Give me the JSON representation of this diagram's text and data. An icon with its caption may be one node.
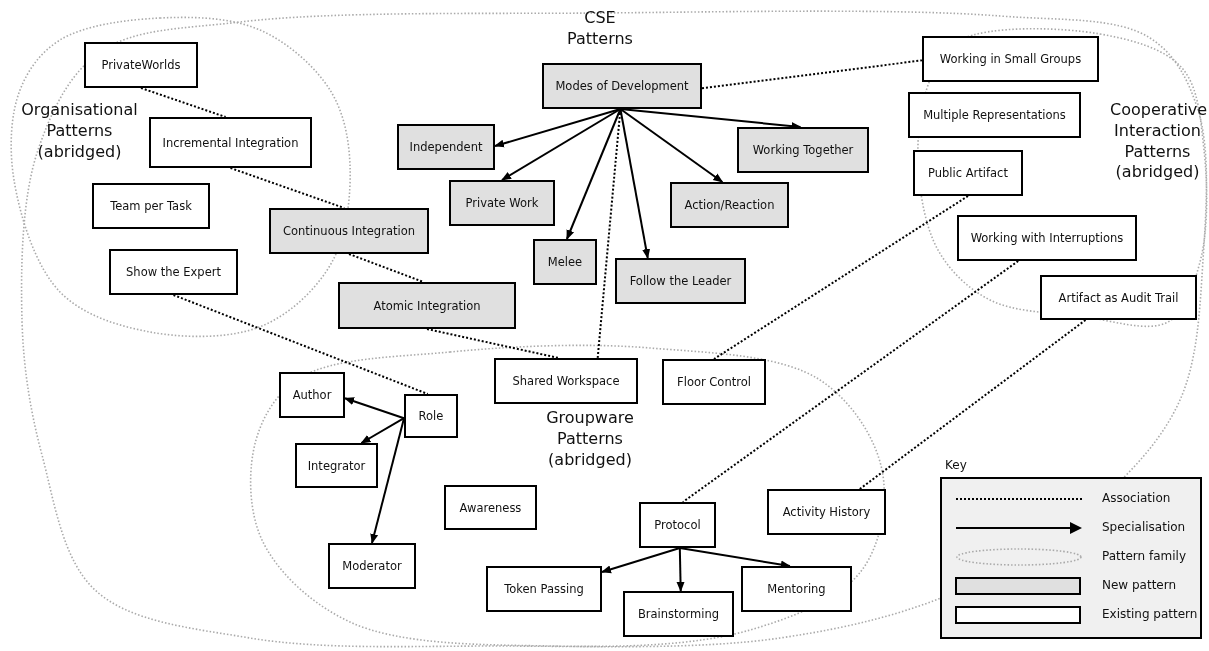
{
  "diagram": {
    "nodes": [
      {
        "text": [
          "CSE Patterns"
        ]
      },
      {
        "text": [
          "Organisational Patterns (abridged)"
        ],
        "in": 0
      },
      {
        "text": [
          "Cooperative Interaction Patterns (abridged)"
        ],
        "in": 0
      },
      {
        "text": [
          "Groupware Patterns (abridged)"
        ],
        "in": 0
      },
      {
        "text": [
          "PrivateWorlds"
        ],
        "in": 1
      },
      {
        "text": [
          "Incremental Integration"
        ],
        "in": 1
      },
      {
        "text": [
          "Team per Task"
        ],
        "in": 1
      },
      {
        "text": [
          "Show the Expert"
        ],
        "in": 1
      },
      {
        "text": [
          "Continuous Integration"
        ],
        "in": 0
      },
      {
        "text": [
          "Atomic Integration"
        ],
        "in": 0
      },
      {
        "text": [
          "Modes of Development"
        ],
        "in": 0
      },
      {
        "text": [
          "Independent"
        ],
        "in": 0
      },
      {
        "text": [
          "Private Work"
        ],
        "in": 0
      },
      {
        "text": [
          "Melee"
        ],
        "in": 0
      },
      {
        "text": [
          "Follow the Leader"
        ],
        "in": 0
      },
      {
        "text": [
          "Action/Reaction"
        ],
        "in": 0
      },
      {
        "text": [
          "Working Together"
        ],
        "in": 0
      },
      {
        "text": [
          "Working in Small Groups"
        ],
        "in": 2
      },
      {
        "text": [
          "Multiple Representations"
        ],
        "in": 2
      },
      {
        "text": [
          "Public Artifact"
        ],
        "in": 2
      },
      {
        "text": [
          "Working with Interruptions"
        ],
        "in": 2
      },
      {
        "text": [
          "Artifact as Audit Trail"
        ],
        "in": 2
      },
      {
        "text": [
          "Shared Workspace"
        ],
        "in": 3
      },
      {
        "text": [
          "Floor Control"
        ],
        "in": 3
      },
      {
        "text": [
          "Author"
        ],
        "in": 3
      },
      {
        "text": [
          "Role"
        ],
        "in": 3
      },
      {
        "text": [
          "Integrator"
        ],
        "in": 3
      },
      {
        "text": [
          "Awareness"
        ],
        "in": 3
      },
      {
        "text": [
          "Moderator"
        ],
        "in": 3
      },
      {
        "text": [
          "Protocol"
        ],
        "in": 3
      },
      {
        "text": [
          "Activity History"
        ],
        "in": 3
      },
      {
        "text": [
          "Token Passing"
        ],
        "in": 3
      },
      {
        "text": [
          "Brainstorming"
        ],
        "in": 3
      },
      {
        "text": [
          "Mentoring"
        ],
        "in": 3
      }
    ],
    "edges": [
      {
        "from": 4,
        "to": 5,
        "arrow": "none",
        "style": "dashed"
      },
      {
        "from": 5,
        "to": 8,
        "arrow": "none",
        "style": "dashed"
      },
      {
        "from": 8,
        "to": 9,
        "arrow": "none",
        "style": "dashed"
      },
      {
        "from": 9,
        "to": 22,
        "arrow": "none",
        "style": "dashed"
      },
      {
        "from": 7,
        "to": 25,
        "arrow": "none",
        "style": "dashed"
      },
      {
        "from": 10,
        "to": 17,
        "arrow": "none",
        "style": "dashed"
      },
      {
        "from": 10,
        "to": 22,
        "arrow": "none",
        "style": "dashed"
      },
      {
        "from": 19,
        "to": 23,
        "arrow": "none",
        "style": "dashed"
      },
      {
        "from": 20,
        "to": 29,
        "arrow": "none",
        "style": "dashed"
      },
      {
        "from": 21,
        "to": 30,
        "arrow": "none",
        "style": "dashed"
      },
      {
        "from": 10,
        "to": 11,
        "arrow": "to"
      },
      {
        "from": 10,
        "to": 12,
        "arrow": "to"
      },
      {
        "from": 10,
        "to": 13,
        "arrow": "to"
      },
      {
        "from": 10,
        "to": 14,
        "arrow": "to"
      },
      {
        "from": 10,
        "to": 15,
        "arrow": "to"
      },
      {
        "from": 10,
        "to": 16,
        "arrow": "to"
      },
      {
        "from": 25,
        "to": 24,
        "arrow": "to"
      },
      {
        "from": 25,
        "to": 26,
        "arrow": "to"
      },
      {
        "from": 25,
        "to": 28,
        "arrow": "to"
      },
      {
        "from": 29,
        "to": 31,
        "arrow": "to"
      },
      {
        "from": 29,
        "to": 32,
        "arrow": "to"
      },
      {
        "from": 29,
        "to": 33,
        "arrow": "to"
      }
    ],
    "labels": [
      "Key"
    ],
    "legend": [
      {
        "text": "Association"
      },
      {
        "text": "Specialisation"
      },
      {
        "text": "Pattern family"
      },
      {
        "text": "New pattern",
        "color": "#e0e0e0"
      },
      {
        "text": "Existing pattern",
        "color": "#ffffff"
      }
    ]
  }
}
